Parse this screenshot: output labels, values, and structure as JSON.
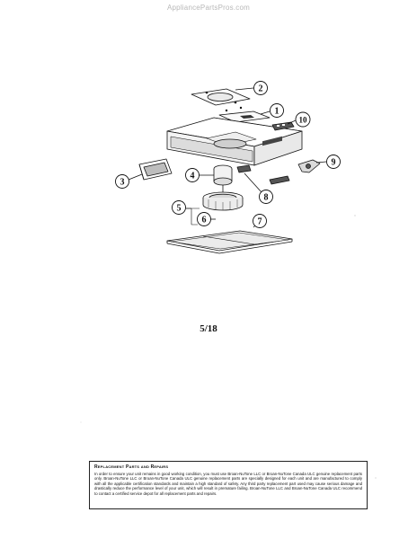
{
  "watermark": "AppliancePartsPros.com",
  "callouts": [
    "1",
    "2",
    "3",
    "4",
    "5",
    "6",
    "7",
    "8",
    "9",
    "10"
  ],
  "page_number": "5/18",
  "notice": {
    "title": "Replacement Parts and Repairs",
    "body": "In order to ensure your unit remains in good working condition, you must use Broan-NuTone LLC or Broan-NuTone Canada ULC genuine replacement parts only. Broan-NuTone LLC or Broan-NuTone Canada ULC genuine replacement parts are specially designed for each unit and are manufactured to comply with all the applicable certification standards and maintain a high standard of safety. Any third party replacement part used may cause serious damage and drastically reduce the performance level of your unit, which will result in premature failing. Broan-NuTone LLC and Broan-NuTone Canada ULC recommend to contact a certified service depot for all replacement parts and repairs."
  }
}
